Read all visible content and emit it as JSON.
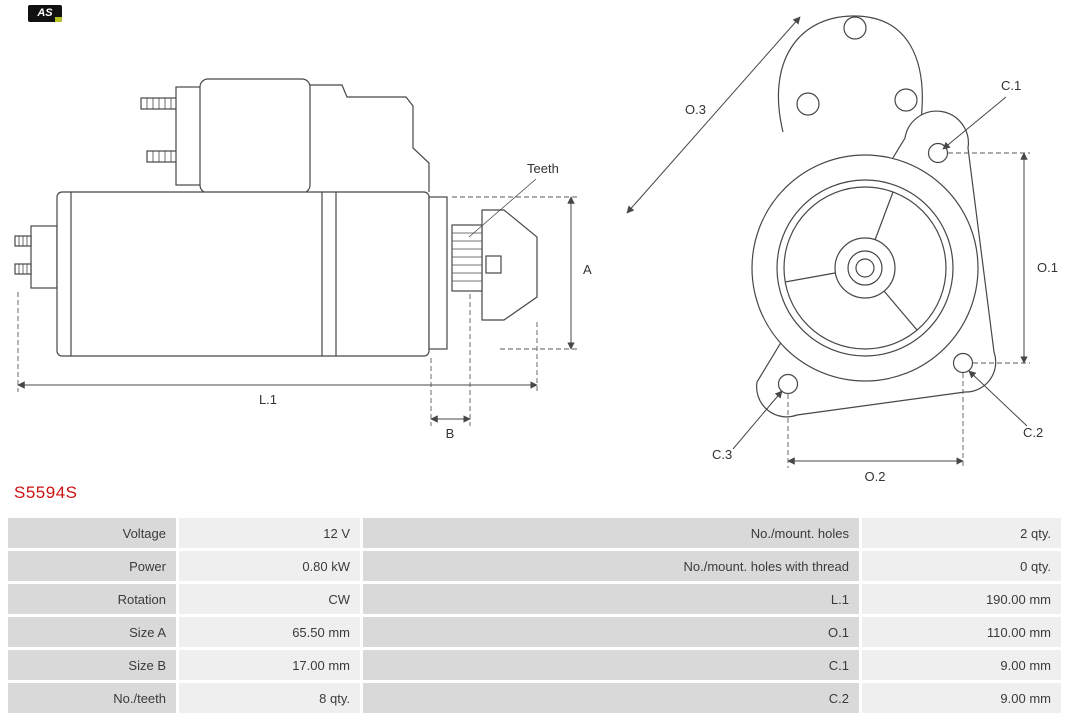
{
  "brand": {
    "logo_text": "AS"
  },
  "part_number": "S5594S",
  "diagram": {
    "labels": {
      "teeth": "Teeth",
      "a": "A",
      "b": "B",
      "l1": "L.1",
      "o1": "O.1",
      "o2": "O.2",
      "o3": "O.3",
      "c1": "C.1",
      "c2": "C.2",
      "c3": "C.3"
    }
  },
  "spec_table": {
    "rows": [
      {
        "left_label": "Voltage",
        "left_value": "12 V",
        "right_label": "No./mount. holes",
        "right_value": "2 qty."
      },
      {
        "left_label": "Power",
        "left_value": "0.80 kW",
        "right_label": "No./mount. holes with thread",
        "right_value": "0 qty."
      },
      {
        "left_label": "Rotation",
        "left_value": "CW",
        "right_label": "L.1",
        "right_value": "190.00 mm"
      },
      {
        "left_label": "Size A",
        "left_value": "65.50 mm",
        "right_label": "O.1",
        "right_value": "110.00 mm"
      },
      {
        "left_label": "Size B",
        "left_value": "17.00 mm",
        "right_label": "C.1",
        "right_value": "9.00 mm"
      },
      {
        "left_label": "No./teeth",
        "left_value": "8 qty.",
        "right_label": "C.2",
        "right_value": "9.00 mm"
      }
    ]
  },
  "colors": {
    "part-number": "#cc1111",
    "label-cell-bg": "#d9d9d9",
    "value-cell-bg": "#efefef",
    "line": "#474747",
    "logo-bg": "#111111",
    "logo-accent": "#b4c424"
  }
}
